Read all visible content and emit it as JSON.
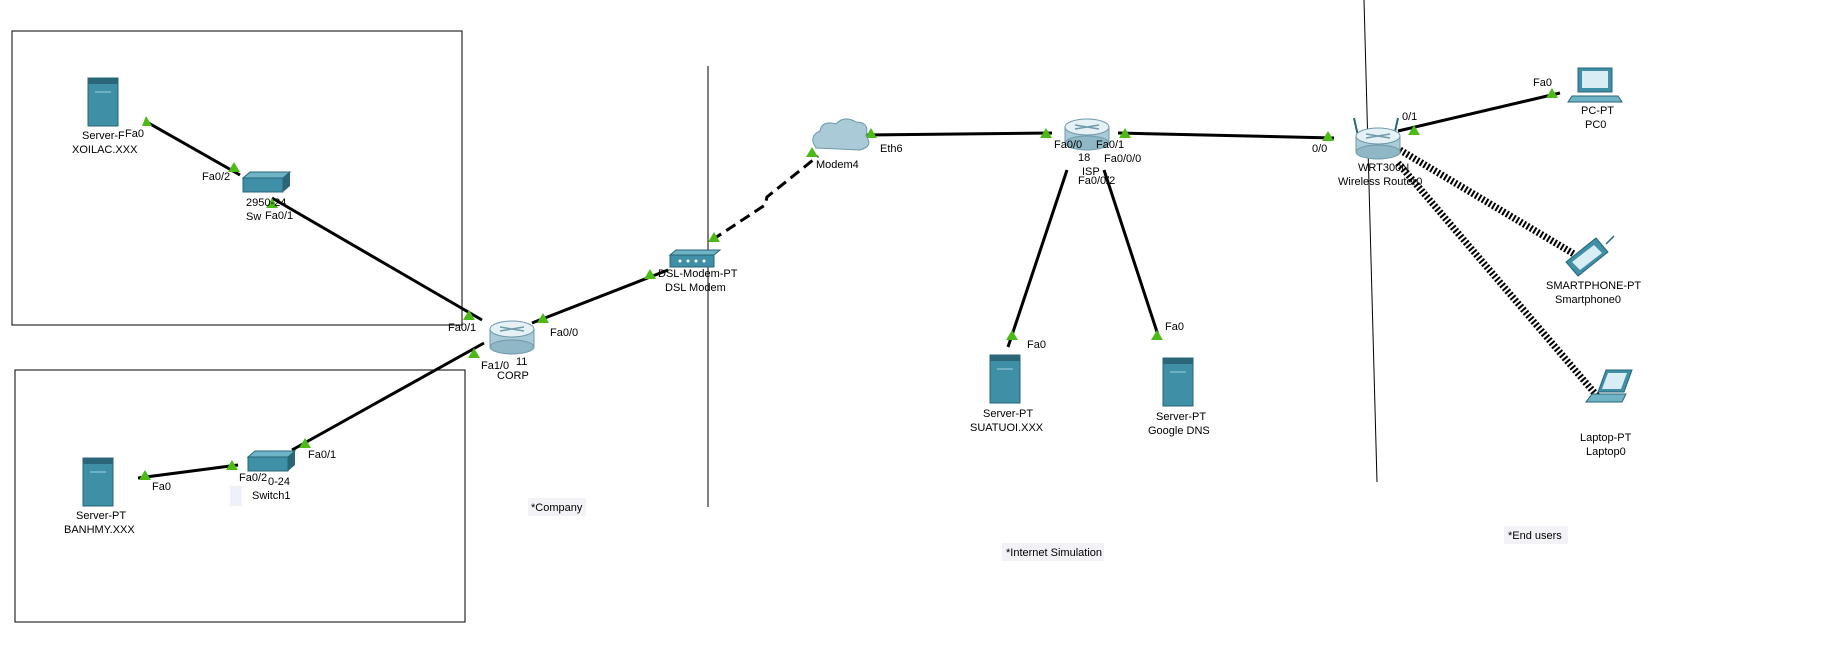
{
  "colors": {
    "link": "#000000",
    "port_up": "#4cbb17",
    "device_blue": "#3f8fa6",
    "device_dark": "#2a6678",
    "note_bg": "#f2f2f7"
  },
  "zones": {
    "company": "*Company",
    "internet": "*Internet Simulation",
    "end_users": "*End users"
  },
  "devices": {
    "server_xoilac": {
      "icon": "server-icon",
      "type_label": "Server-F",
      "name": "XOILAC.XXX"
    },
    "switch_top": {
      "icon": "switch-icon",
      "type_label": "2950-24",
      "name": "Sw"
    },
    "server_banhmy": {
      "icon": "server-icon",
      "type_label": "Server-PT",
      "name": "BANHMY.XXX"
    },
    "switch1": {
      "icon": "switch-icon",
      "type_label": "0-24",
      "name": "Switch1"
    },
    "router_corp": {
      "icon": "router-icon",
      "type_label": "11",
      "name": "CORP"
    },
    "dsl_modem": {
      "icon": "modem-icon",
      "type_label": "DSL-Modem-PT",
      "name": "DSL Modem"
    },
    "cloud_modem4": {
      "icon": "cloud-icon",
      "name": "Modem4"
    },
    "router_isp": {
      "icon": "router-icon",
      "type_label": "18",
      "name": "ISP"
    },
    "server_suatuoi": {
      "icon": "server-icon",
      "type_label": "Server-PT",
      "name": "SUATUOI.XXX"
    },
    "server_dns": {
      "icon": "server-icon",
      "type_label": "Server-PT",
      "name": "Google DNS"
    },
    "wireless_router": {
      "icon": "wireless-router-icon",
      "type_label": "WRT300N",
      "name": "Wireless Router0"
    },
    "pc0": {
      "icon": "pc-icon",
      "type_label": "PC-PT",
      "name": "PC0"
    },
    "smartphone0": {
      "icon": "smartphone-icon",
      "type_label": "SMARTPHONE-PT",
      "name": "Smartphone0"
    },
    "laptop0": {
      "icon": "laptop-icon",
      "type_label": "Laptop-PT",
      "name": "Laptop0"
    }
  },
  "ports": {
    "xoilac_fa0": "Fa0",
    "sw_fa0_2": "Fa0/2",
    "sw_fa0_1": "Fa0/1",
    "corp_fa0_1": "Fa0/1",
    "corp_fa0_0": "Fa0/0",
    "corp_fa1_0": "Fa1/0",
    "switch1_fa0_1": "Fa0/1",
    "switch1_fa0_2": "Fa0/2",
    "banhmy_fa0": "Fa0",
    "cloud_eth6": "Eth6",
    "isp_fa0_0": "Fa0/0",
    "isp_fa0_1": "Fa0/1",
    "isp_fa0_0_0": "Fa0/0/0",
    "isp_fa0_0_2": "Fa0/0/2",
    "suatuoi_fa0": "Fa0",
    "dns_fa0": "Fa0",
    "wr_0_0": "0/0",
    "wr_0_1": "0/1",
    "pc_fa0": "Fa0"
  }
}
